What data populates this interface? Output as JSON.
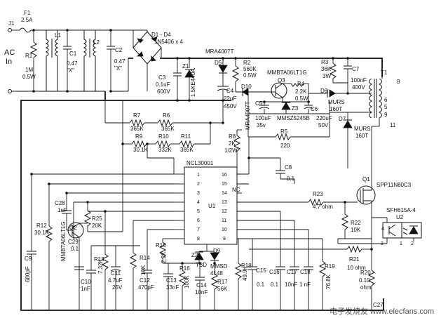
{
  "diagram": {
    "input": {
      "connector": "J1",
      "label_line1": "AC",
      "label_line2": "In"
    },
    "labels": [
      "F1",
      "2.5A",
      "L1",
      "C1",
      "0.47",
      "\"X\"",
      "L2",
      "C2",
      "0.47",
      "\"X\"",
      "R1",
      "1M",
      "0.5W",
      "D1 - D4",
      "1N5406 x 4",
      "C3",
      "0.1uF",
      "600V",
      "Z1",
      "1.5KE440A",
      "MRA4007T",
      "D5",
      "R2",
      "560K",
      "0.5W",
      "C4",
      "22uF",
      "450V",
      "D10",
      "MRA4007T",
      "MMBTA06LT1G",
      "Q3",
      "R4",
      "2.2K",
      "0.5W",
      "R3",
      "36K",
      "3W",
      "C7",
      "100nF",
      "400V",
      "T1",
      "8",
      "6",
      "5",
      "9",
      "11",
      "D6",
      "MURS",
      "160T",
      "D7",
      "MURS",
      "160T",
      "C5",
      "100uF",
      "35v",
      "Z3",
      "MMSZ5245B",
      "C6",
      "220uF",
      "50V",
      "R5",
      "220",
      "R7",
      "365K",
      "R6",
      "365K",
      "R9",
      "30.1K",
      "R10",
      "332K",
      "R11",
      "365K",
      "R8",
      "2K",
      "1/2W",
      "NCL30001",
      "U1",
      "C8",
      "0.1",
      "NC",
      "Q1",
      "SPP11N80C3",
      "R23",
      "4.7 ohm",
      "R22",
      "10K",
      "SFH615A-4",
      "U2",
      "C28",
      "1uF",
      "R25",
      "20K",
      "R12",
      "30.1K",
      "Q2",
      "MMBTA06LT1G",
      "C9",
      "680pF",
      "R13",
      "7.32K",
      "C29",
      "0.1",
      "C10",
      "1nF",
      "C11",
      "4.7uF",
      "25V",
      "R14",
      "10K",
      "C12",
      "470pF",
      "R15",
      "2.2K",
      "C13",
      "33nF",
      "Z2",
      "TBD",
      "D9",
      "MMSD",
      "4148",
      "R16",
      "100K",
      "C14",
      "10nF",
      "R17",
      "56K",
      "R18",
      "49.9K",
      "C15",
      "0.1",
      "C16",
      "0.1",
      "C17",
      "10nF",
      "C18",
      "1 nF",
      "R19",
      "76.8K",
      "R21",
      "10 ohm",
      "R20",
      "0.10",
      "ohm",
      "C27"
    ],
    "ic_pins_left": [
      "1",
      "2",
      "3",
      "4",
      "5",
      "6",
      "7",
      "8"
    ],
    "ic_pins_right": [
      "16",
      "15",
      "14",
      "13",
      "12",
      "11",
      "10",
      "9"
    ],
    "optocoupler_pins": [
      "4",
      "3",
      "1",
      "2"
    ],
    "watermark": "电子发烧友 www.elecfans.com"
  }
}
